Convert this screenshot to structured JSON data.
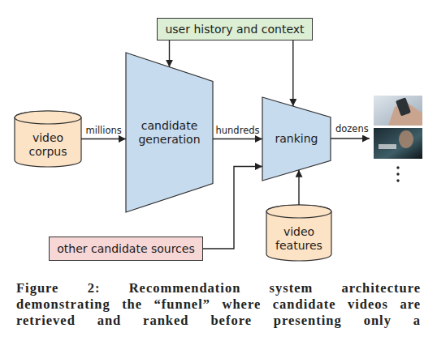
{
  "diagram": {
    "caption": "Figure 2: Recommendation system architecture demonstrating the “funnel” where candidate videos are retrieved and ranked before presenting only a",
    "nodes": [
      {
        "text": [
          "user history and context"
        ]
      },
      {
        "text": [
          "video corpus"
        ]
      },
      {
        "text": [
          "candidate generation"
        ]
      },
      {
        "text": [
          "ranking"
        ]
      },
      {
        "text": [
          "other candidate sources"
        ]
      },
      {
        "text": [
          "video features"
        ]
      }
    ],
    "edges": [
      {
        "from": 0,
        "to": 2,
        "arrow": "to"
      },
      {
        "from": 0,
        "to": 3,
        "arrow": "to"
      },
      {
        "from": 1,
        "to": 2,
        "label": "millions",
        "arrow": "to"
      },
      {
        "from": 2,
        "to": 3,
        "label": "hundreds",
        "arrow": "to"
      },
      {
        "from": 4,
        "to": 3,
        "arrow": "to"
      },
      {
        "from": 5,
        "to": 3,
        "arrow": "to"
      }
    ],
    "labels": [
      "dozens"
    ]
  }
}
